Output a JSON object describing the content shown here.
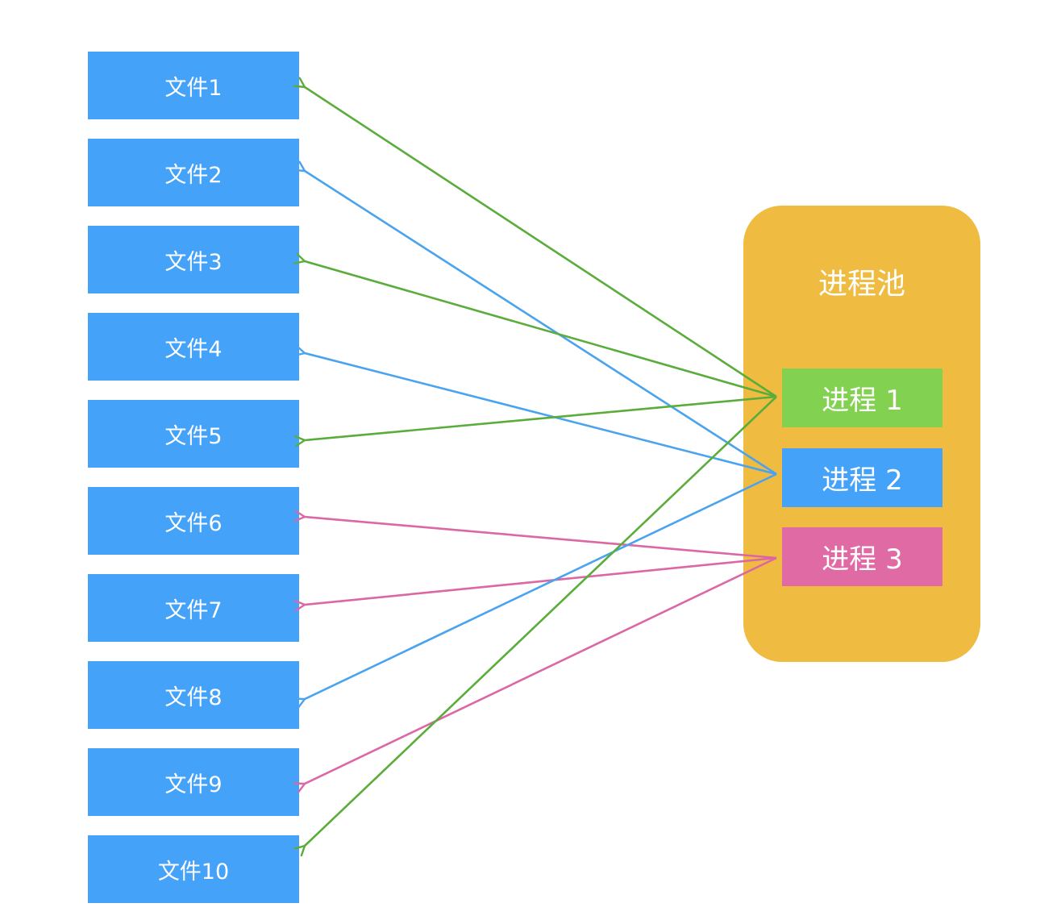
{
  "colors": {
    "file_fill": "#45a2f9",
    "pool_fill": "#efbb40",
    "process_1": "#82d151",
    "process_2": "#45a2f9",
    "process_3": "#e06aa4",
    "arrow_1": "#5aad3a",
    "arrow_2": "#4aa3ef",
    "arrow_3": "#db67a4"
  },
  "files": [
    {
      "label": "文件1",
      "process": 1
    },
    {
      "label": "文件2",
      "process": 2
    },
    {
      "label": "文件3",
      "process": 1
    },
    {
      "label": "文件4",
      "process": 2
    },
    {
      "label": "文件5",
      "process": 1
    },
    {
      "label": "文件6",
      "process": 3
    },
    {
      "label": "文件7",
      "process": 3
    },
    {
      "label": "文件8",
      "process": 2
    },
    {
      "label": "文件9",
      "process": 3
    },
    {
      "label": "文件10",
      "process": 1
    }
  ],
  "pool": {
    "title": "进程池"
  },
  "processes": [
    {
      "label": "进程 1"
    },
    {
      "label": "进程 2"
    },
    {
      "label": "进程 3"
    }
  ]
}
